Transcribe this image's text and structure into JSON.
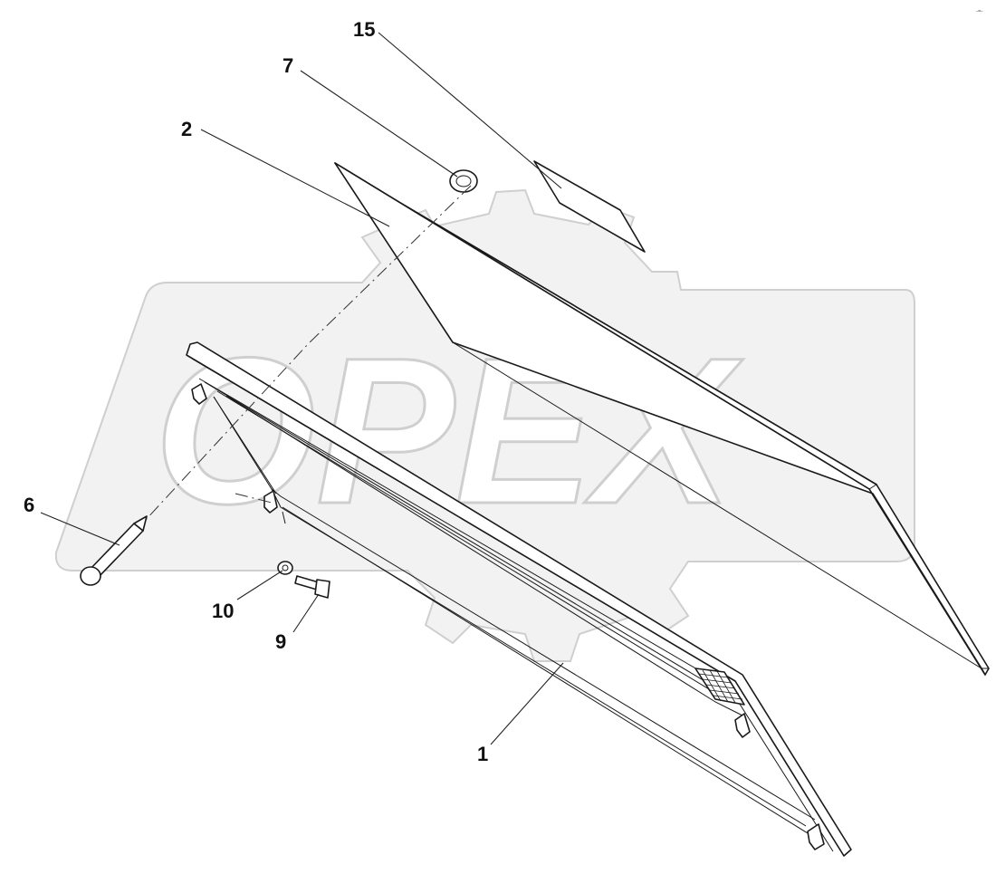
{
  "watermark": {
    "text": "OPEX"
  },
  "corner_note": "-=-",
  "callouts": [
    {
      "id": "15",
      "label": "15"
    },
    {
      "id": "7",
      "label": "7"
    },
    {
      "id": "2",
      "label": "2"
    },
    {
      "id": "6",
      "label": "6"
    },
    {
      "id": "10",
      "label": "10"
    },
    {
      "id": "9",
      "label": "9"
    },
    {
      "id": "1",
      "label": "1"
    }
  ],
  "colors": {
    "line": "#1a1a1a",
    "watermark_fill": "#f2f2f2",
    "watermark_stroke": "#cfcfcf"
  }
}
